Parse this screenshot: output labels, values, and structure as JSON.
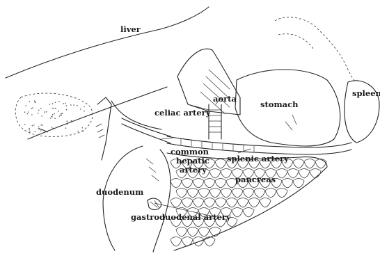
{
  "labels": {
    "liver": "liver",
    "aorta": "aorta",
    "celiac_artery": "celiac artery",
    "stomach": "stomach",
    "spleen": "spleen",
    "common": "common",
    "hepatic": "hepatic",
    "artery": "artery",
    "splenic_artery": "splenic artery",
    "pancreas": "pancreas",
    "duodenum": "duodenum",
    "gastroduodenal_artery": "gastroduodenal artery"
  }
}
